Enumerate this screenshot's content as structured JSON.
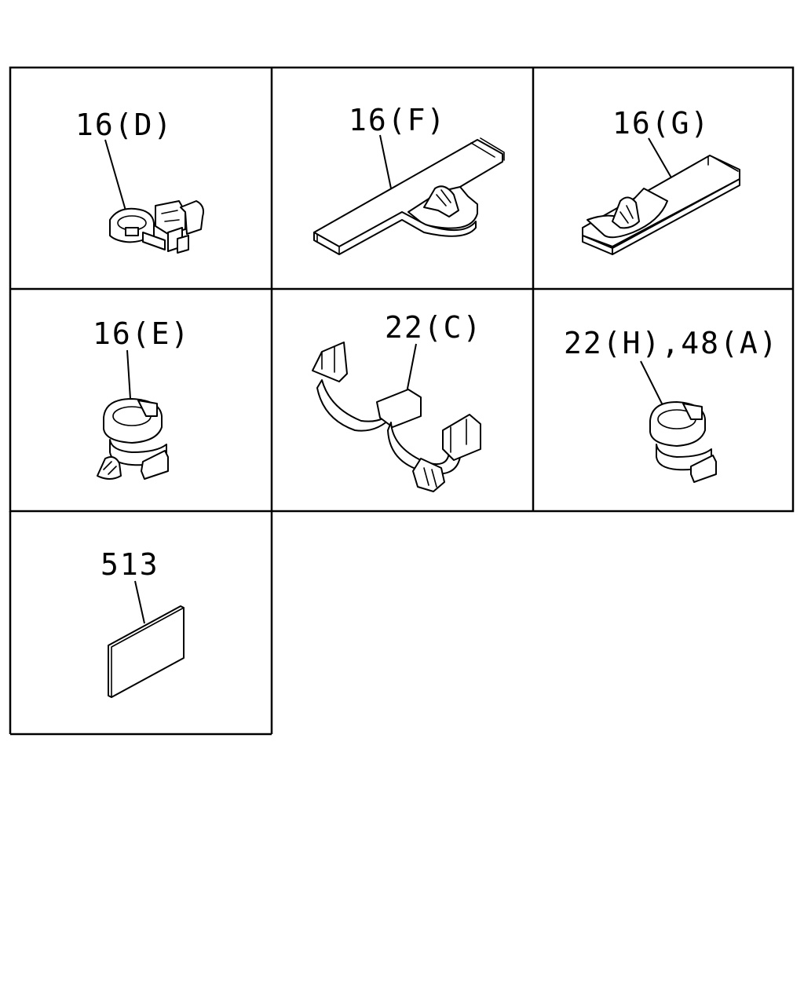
{
  "panels": [
    {
      "label": "16(D)"
    },
    {
      "label": "16(F)"
    },
    {
      "label": "16(G)"
    },
    {
      "label": "16(E)"
    },
    {
      "label": "22(C)"
    },
    {
      "label": "22(H),48(A)"
    },
    {
      "label": "513"
    }
  ]
}
